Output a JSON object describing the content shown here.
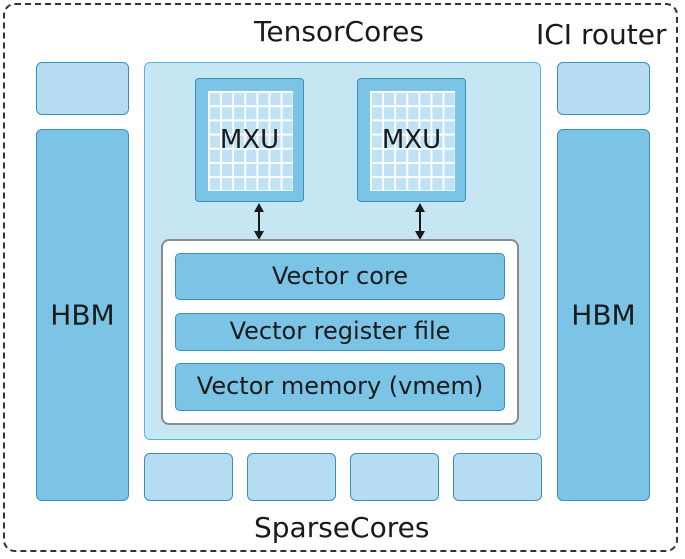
{
  "labels": {
    "tensorcores": "TensorCores",
    "ici_router": "ICI router",
    "sparsecores": "SparseCores"
  },
  "hbm": {
    "left": "HBM",
    "right": "HBM"
  },
  "mxu": [
    "MXU",
    "MXU"
  ],
  "vector_unit": {
    "core": "Vector core",
    "register_file": "Vector register file",
    "memory": "Vector memory (vmem)"
  },
  "colors": {
    "light_blue": "#b5dcf0",
    "mid_blue": "#7cc4e6",
    "region_blue": "#c7e6f4",
    "border_blue": "#3b8fbd",
    "panel_border": "#8a8a8a",
    "outline": "#333333"
  }
}
